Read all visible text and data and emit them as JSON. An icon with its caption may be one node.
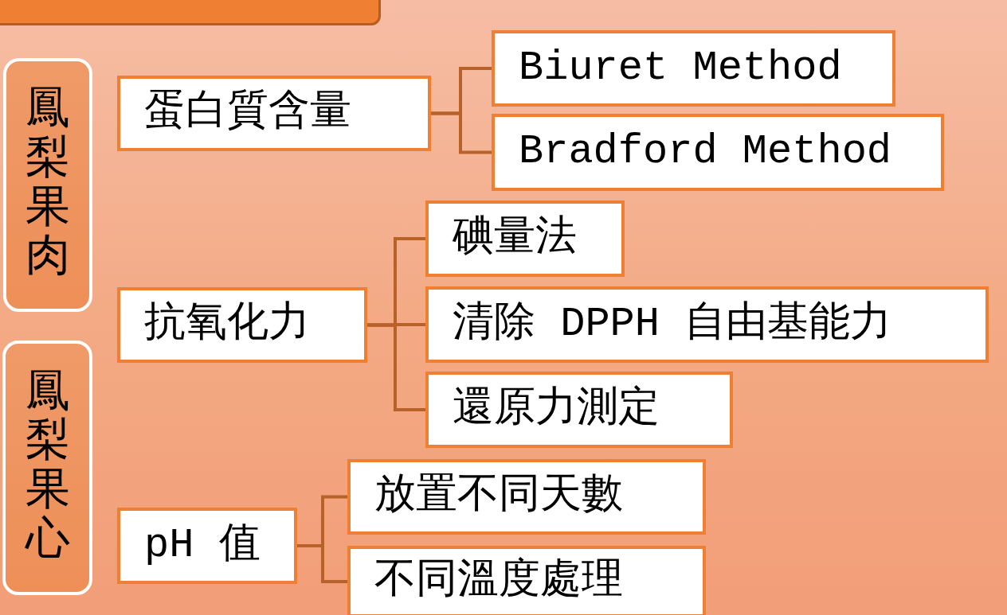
{
  "diagram": {
    "nodes": [
      {
        "text": [],
        "shape": "box"
      },
      {
        "text": [
          "鳳梨果肉"
        ]
      },
      {
        "text": [
          "蛋白質含量"
        ]
      },
      {
        "text": [
          "Biuret Method"
        ]
      },
      {
        "text": [
          "Bradford Method"
        ]
      },
      {
        "text": [
          "抗氧化力"
        ]
      },
      {
        "text": [
          "碘量法"
        ]
      },
      {
        "text": [
          "清除 DPPH 自由基能力"
        ]
      },
      {
        "text": [
          "還原力測定"
        ]
      },
      {
        "text": [
          "鳳梨果心"
        ]
      },
      {
        "text": [
          "pH 值"
        ]
      },
      {
        "text": [
          "放置不同天數"
        ]
      },
      {
        "text": [
          "不同溫度處理"
        ]
      }
    ],
    "edges": [
      {
        "from": 2,
        "to": 3,
        "arrow": "none"
      },
      {
        "from": 2,
        "to": 4,
        "arrow": "none"
      },
      {
        "from": 5,
        "to": 6,
        "arrow": "none"
      },
      {
        "from": 5,
        "to": 7,
        "arrow": "none"
      },
      {
        "from": 5,
        "to": 8,
        "arrow": "none"
      },
      {
        "from": 10,
        "to": 11,
        "arrow": "none"
      },
      {
        "from": 10,
        "to": 12,
        "arrow": "none"
      }
    ]
  }
}
